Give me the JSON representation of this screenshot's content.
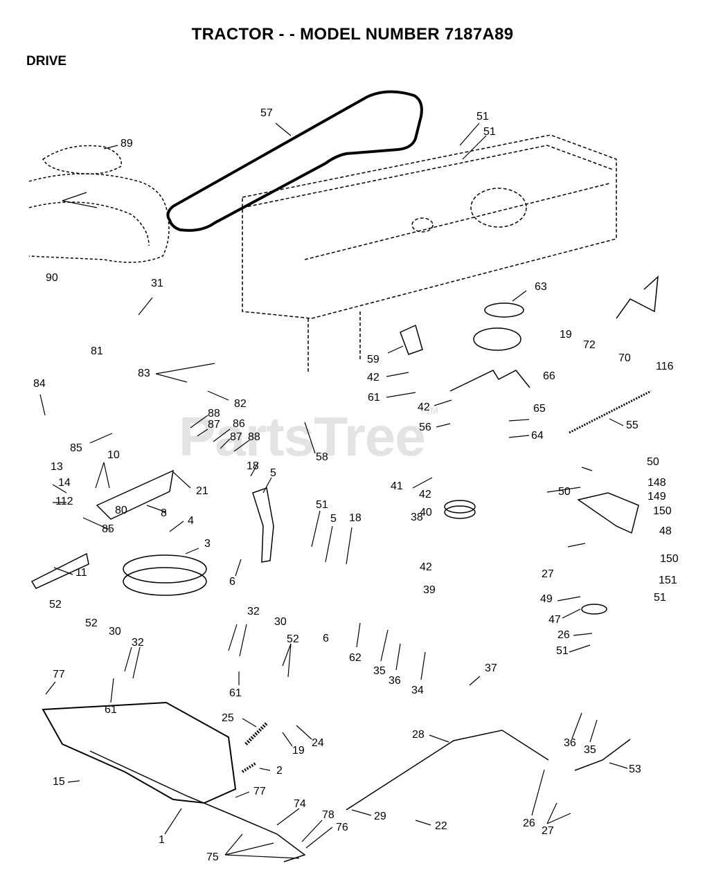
{
  "title": "TRACTOR - - MODEL NUMBER 7187A89",
  "section": "DRIVE",
  "watermark": "PartsTree",
  "watermark_tm": "TM",
  "callouts": [
    "57",
    "51",
    "51",
    "89",
    "90",
    "31",
    "63",
    "19",
    "72",
    "70",
    "116",
    "81",
    "83",
    "82",
    "84",
    "85",
    "88",
    "87",
    "86",
    "87",
    "88",
    "59",
    "42",
    "61",
    "66",
    "42",
    "65",
    "56",
    "64",
    "58",
    "55",
    "13",
    "10",
    "14",
    "112",
    "80",
    "85",
    "11",
    "8",
    "21",
    "4",
    "3",
    "18",
    "5",
    "51",
    "5",
    "18",
    "6",
    "41",
    "42",
    "40",
    "38",
    "42",
    "39",
    "50",
    "50",
    "148",
    "149",
    "150",
    "48",
    "150",
    "27",
    "151",
    "49",
    "51",
    "47",
    "26",
    "51",
    "52",
    "52",
    "30",
    "32",
    "32",
    "30",
    "52",
    "77",
    "61",
    "61",
    "6",
    "62",
    "35",
    "36",
    "34",
    "37",
    "25",
    "24",
    "19",
    "2",
    "15",
    "77",
    "28",
    "1",
    "74",
    "29",
    "78",
    "76",
    "22",
    "36",
    "35",
    "53",
    "26",
    "27",
    "75"
  ]
}
